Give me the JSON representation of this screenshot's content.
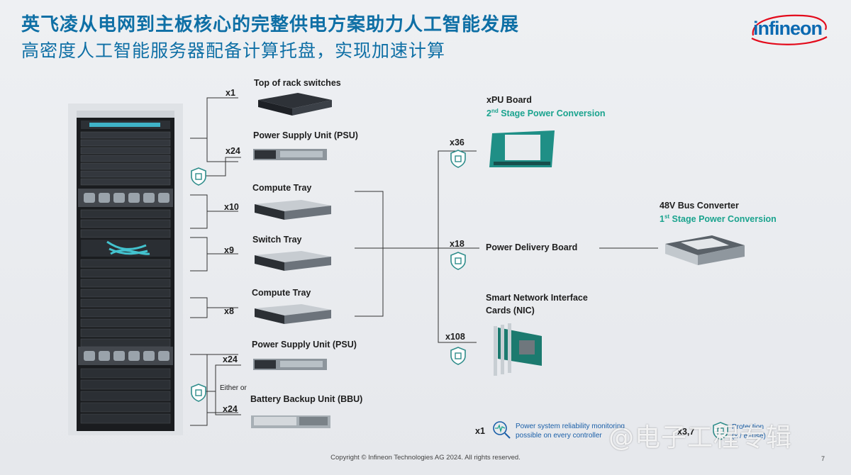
{
  "header": {
    "title": "英飞凌从电网到主板核心的完整供电方案助力人工智能发展",
    "subtitle": "高密度人工智能服务器配备计算托盘，实现加速计算"
  },
  "logo": {
    "text": "infineon",
    "color": "#0b69b1",
    "swoosh_color": "#e30a1b"
  },
  "rack_components": [
    {
      "label": "Top of rack switches",
      "multiplier": "x1"
    },
    {
      "label": "Power Supply Unit (PSU)",
      "multiplier": "x24"
    },
    {
      "label": "Compute Tray",
      "multiplier": "x10"
    },
    {
      "label": "Switch Tray",
      "multiplier": "x9"
    },
    {
      "label": "Compute Tray",
      "multiplier": "x8"
    },
    {
      "label": "Power Supply Unit (PSU)",
      "multiplier": "x24"
    },
    {
      "label": "Battery Backup Unit (BBU)",
      "multiplier": "x24"
    }
  ],
  "either_or": "Either or",
  "boards": {
    "xpu": {
      "label": "xPU Board",
      "stage_num": "2",
      "stage_sup": "nd",
      "stage_text": " Stage Power Conversion",
      "multiplier": "x36"
    },
    "pdb": {
      "label": "Power Delivery Board",
      "multiplier": "x18"
    },
    "nic": {
      "line1": "Smart Network Interface",
      "line2": "Cards (NIC)",
      "multiplier": "x108"
    },
    "bus": {
      "label": "48V Bus Converter",
      "stage_num": "1",
      "stage_sup": "st",
      "stage_text": " Stage Power Conversion"
    }
  },
  "footer_notes": {
    "monitor_mult": "x1",
    "monitor_line1": "Power system reliability monitoring",
    "monitor_line2": "possible on every controller",
    "protect_mult": "x3,7",
    "protect_line1": "Protection",
    "protect_line2": "(x / eFuse)"
  },
  "copyright": "Copyright © Infineon Technologies AG 2024. All rights reserved.",
  "page_number": "7",
  "watermark": "@电子工程专辑",
  "colors": {
    "title": "#0e6fa5",
    "accent_teal": "#1aa38e",
    "icon_teal": "#2f8d8b"
  }
}
